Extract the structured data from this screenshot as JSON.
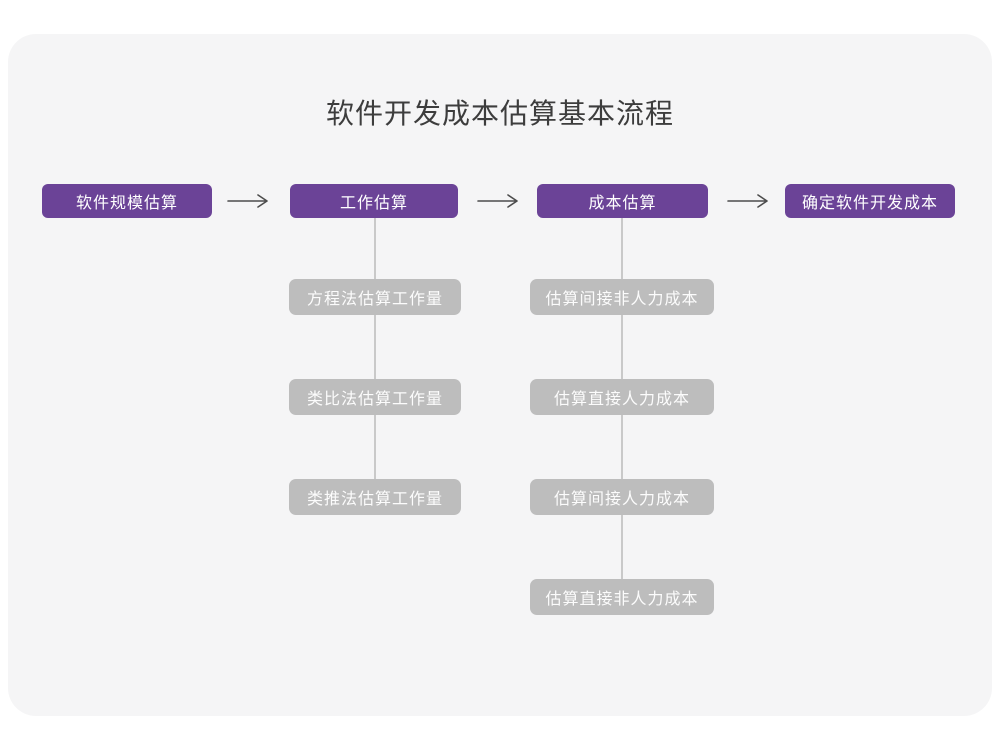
{
  "title": "软件开发成本估算基本流程",
  "colors": {
    "panel": "#f5f5f6",
    "purple": "#6b4397",
    "gray_node": "#bdbdbd",
    "line": "#c9c9c9",
    "arrow": "#4d4d4d",
    "title_color": "#3d3d3d"
  },
  "flow": {
    "main_nodes": [
      {
        "label": "软件规模估算"
      },
      {
        "label": "工作估算"
      },
      {
        "label": "成本估算"
      },
      {
        "label": "确定软件开发成本"
      }
    ],
    "work_estimation_methods": [
      "方程法估算工作量",
      "类比法估算工作量",
      "类推法估算工作量"
    ],
    "cost_estimation_steps": [
      "估算间接非人力成本",
      "估算直接人力成本",
      "估算间接人力成本",
      "估算直接非人力成本"
    ]
  }
}
